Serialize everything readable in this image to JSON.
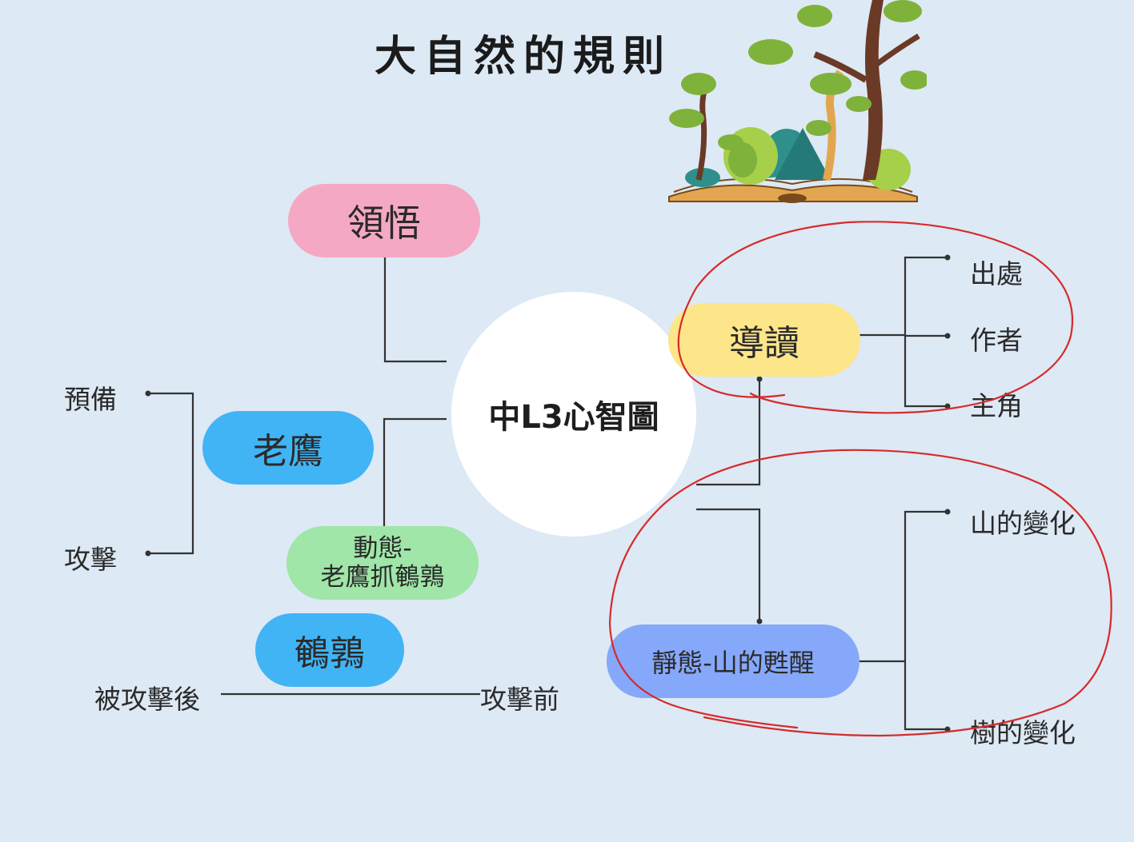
{
  "title": "大自然的規則",
  "center": {
    "label": "中L3心智圖"
  },
  "nodes": {
    "realization": {
      "label": "領悟",
      "color": "#f5a8c4"
    },
    "eagle": {
      "label": "老鷹",
      "color": "#41b4f5"
    },
    "dynamic": {
      "label_line1": "動態-",
      "label_line2": "老鷹抓鵪鶉",
      "color": "#9fe6a8"
    },
    "quail": {
      "label": "鵪鶉",
      "color": "#41b4f5"
    },
    "guide": {
      "label": "導讀",
      "color": "#fde58a"
    },
    "static": {
      "label": "靜態-山的甦醒",
      "color": "#86a8fa"
    }
  },
  "leaves": {
    "prepare": "預備",
    "attack": "攻擊",
    "after_attack": "被攻擊後",
    "before_attack": "攻擊前",
    "source": "出處",
    "author": "作者",
    "protagonist": "主角",
    "mountain_change": "山的變化",
    "tree_change": "樹的變化"
  },
  "annotation_color": "#d62a2a",
  "line_color": "#333333",
  "decorations": [
    "tree-book-illustration"
  ]
}
